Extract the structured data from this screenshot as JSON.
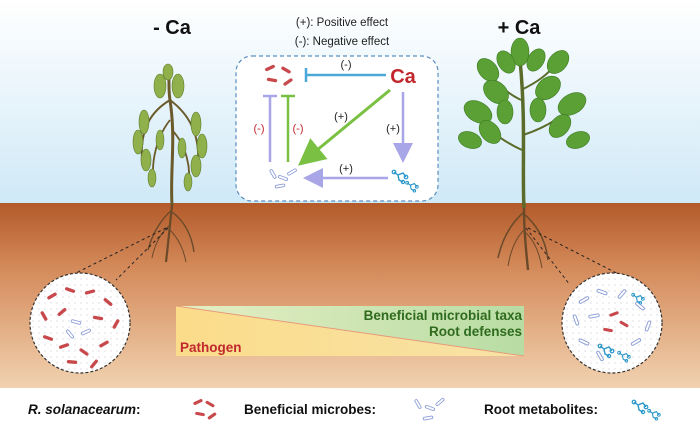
{
  "conditions": {
    "low_ca": "- Ca",
    "high_ca": "+ Ca"
  },
  "effect_key": {
    "positive": "(+): Positive effect",
    "negative": "(-): Negative effect"
  },
  "interaction_box": {
    "center_label": "Ca",
    "edges": [
      {
        "from": "Ca",
        "to": "R. solanacearum",
        "sign": "(-)",
        "color": "#4aa8d8"
      },
      {
        "from": "Ca",
        "to": "Beneficial microbes",
        "sign": "(+)",
        "color": "#7ac143"
      },
      {
        "from": "Ca",
        "to": "Root metabolites",
        "sign": "(+)",
        "color": "#a8a6e6"
      },
      {
        "from": "Root metabolites",
        "to": "Beneficial microbes",
        "sign": "(+)",
        "color": "#a8a6e6"
      },
      {
        "from": "Beneficial microbes",
        "to": "R. solanacearum",
        "sign": "(-)",
        "color": "#a8a6e6"
      },
      {
        "from": "Beneficial microbes",
        "to": "R. solanacearum",
        "sign": "(-)",
        "color": "#7ac143"
      }
    ]
  },
  "gradient": {
    "beneficial_taxa": "Beneficial microbial taxa",
    "root_defenses": "Root defenses",
    "pathogen": "Pathogen"
  },
  "legend": {
    "pathogen_label": "R. solanacearum",
    "pathogen_colon": ":",
    "beneficial_label": "Beneficial microbes:",
    "metabolites_label": "Root metabolites:"
  },
  "colors": {
    "pathogen": "#c8494c",
    "beneficial": "#8a9bd6",
    "metabolite": "#2a97c9",
    "ca_text": "#c1272d",
    "soil_top": "#b65a2c",
    "soil_bottom": "#efc9a4"
  }
}
